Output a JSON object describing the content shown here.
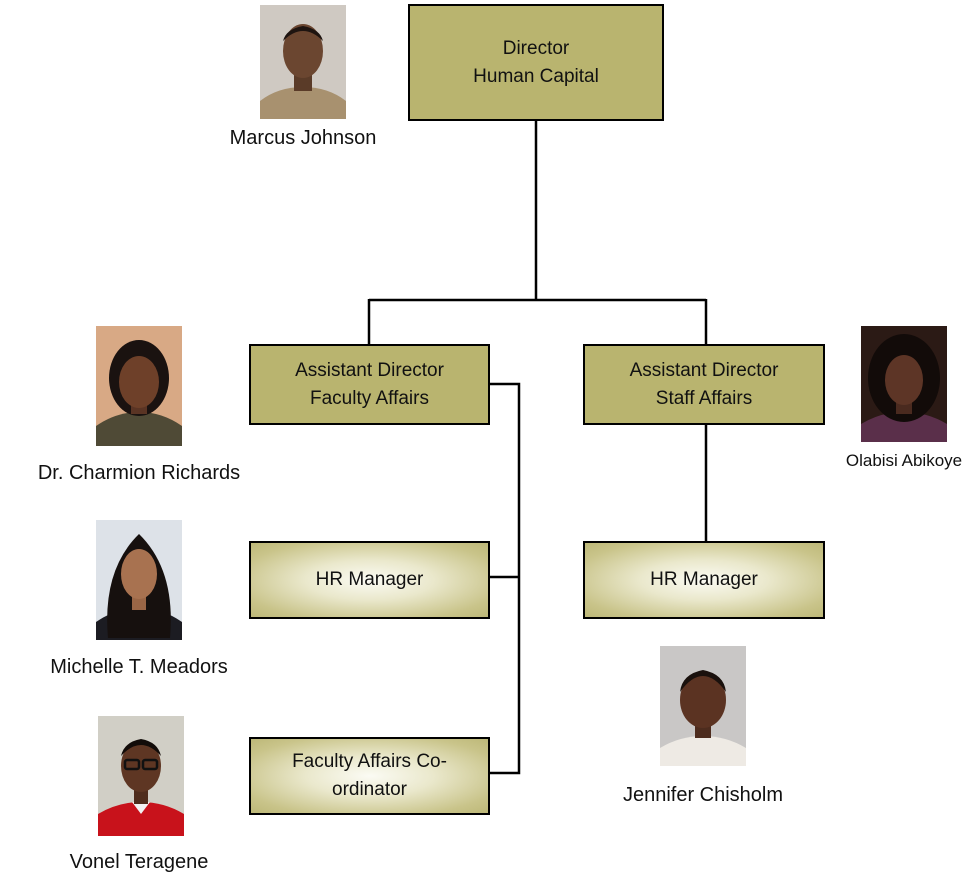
{
  "boxes": {
    "director": {
      "line1": "Director",
      "line2": "Human Capital"
    },
    "asst_faculty": {
      "line1": "Assistant Director",
      "line2": "Faculty Affairs"
    },
    "asst_staff": {
      "line1": "Assistant Director",
      "line2": "Staff Affairs"
    },
    "hr_faculty": {
      "line1": "HR Manager"
    },
    "hr_staff": {
      "line1": "HR Manager"
    },
    "coordinator": {
      "line1": "Faculty Affairs Co-",
      "line2": "ordinator"
    }
  },
  "people": {
    "marcus": {
      "name": "Marcus Johnson",
      "photo_icon": "person-photo"
    },
    "charmion": {
      "name": "Dr. Charmion Richards",
      "photo_icon": "person-photo"
    },
    "olabisi": {
      "name": "Olabisi Abikoye",
      "photo_icon": "person-photo"
    },
    "michelle": {
      "name": "Michelle T. Meadors",
      "photo_icon": "person-photo"
    },
    "jennifer": {
      "name": "Jennifer Chisholm",
      "photo_icon": "person-photo"
    },
    "vonel": {
      "name": "Vonel Teragene",
      "photo_icon": "person-photo"
    }
  },
  "colors": {
    "box_fill": "#b9b46f",
    "box_border": "#000000",
    "connector": "#000000"
  }
}
